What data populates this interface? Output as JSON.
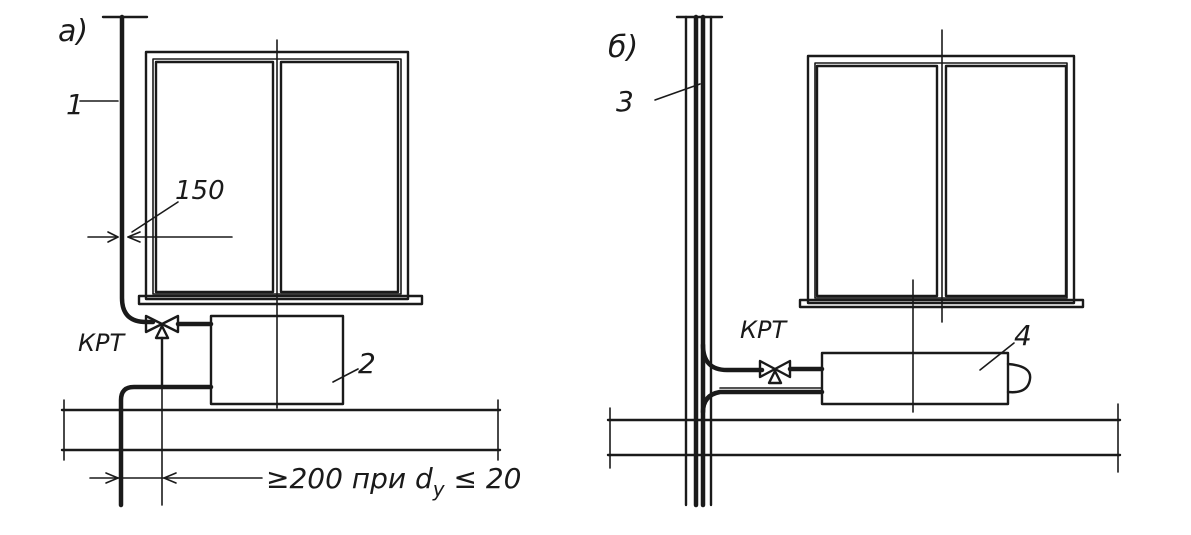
{
  "labels": {
    "panel_a": "а)",
    "panel_b": "б)",
    "riser_1": "1",
    "heater_2": "2",
    "riser_3": "3",
    "heater_4": "4",
    "dim_150": "150",
    "valve_a": "КРТ",
    "valve_b": "КРТ",
    "dim_note": "≥200 при d",
    "dim_note_sub": "у",
    "dim_note_tail": " ≤ 20"
  }
}
